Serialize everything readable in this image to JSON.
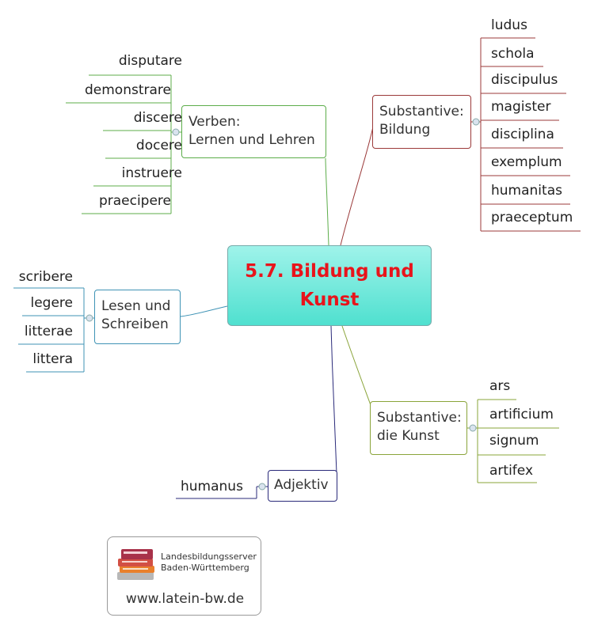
{
  "central": {
    "line1": "5.7. Bildung und",
    "line2": "Kunst"
  },
  "branches": {
    "verben": {
      "title": "Verben:\nLernen und Lehren",
      "color": "#5cad4a",
      "items": [
        "disputare",
        "demonstrare",
        "discere",
        "docere",
        "instruere",
        "praecipere"
      ]
    },
    "substantive_bildung": {
      "title": "Substantive:\nBildung",
      "color": "#9b3a3a",
      "items": [
        "ludus",
        "schola",
        "discipulus",
        "magister",
        "disciplina",
        "exemplum",
        "humanitas",
        "praeceptum"
      ]
    },
    "lesen": {
      "title": "Lesen und\nSchreiben",
      "color": "#3f93b5",
      "items": [
        "scribere",
        "legere",
        "litterae",
        "littera"
      ]
    },
    "substantive_kunst": {
      "title": "Substantive:\ndie Kunst",
      "color": "#8aa43a",
      "items": [
        "ars",
        "artificium",
        "signum",
        "artifex"
      ]
    },
    "adjektiv": {
      "title": "Adjektiv",
      "color": "#2a2a7a",
      "items": [
        "humanus"
      ]
    }
  },
  "logo": {
    "line1": "Landesbildungsserver",
    "line2": "Baden-Württemberg",
    "url": "www.latein-bw.de"
  }
}
